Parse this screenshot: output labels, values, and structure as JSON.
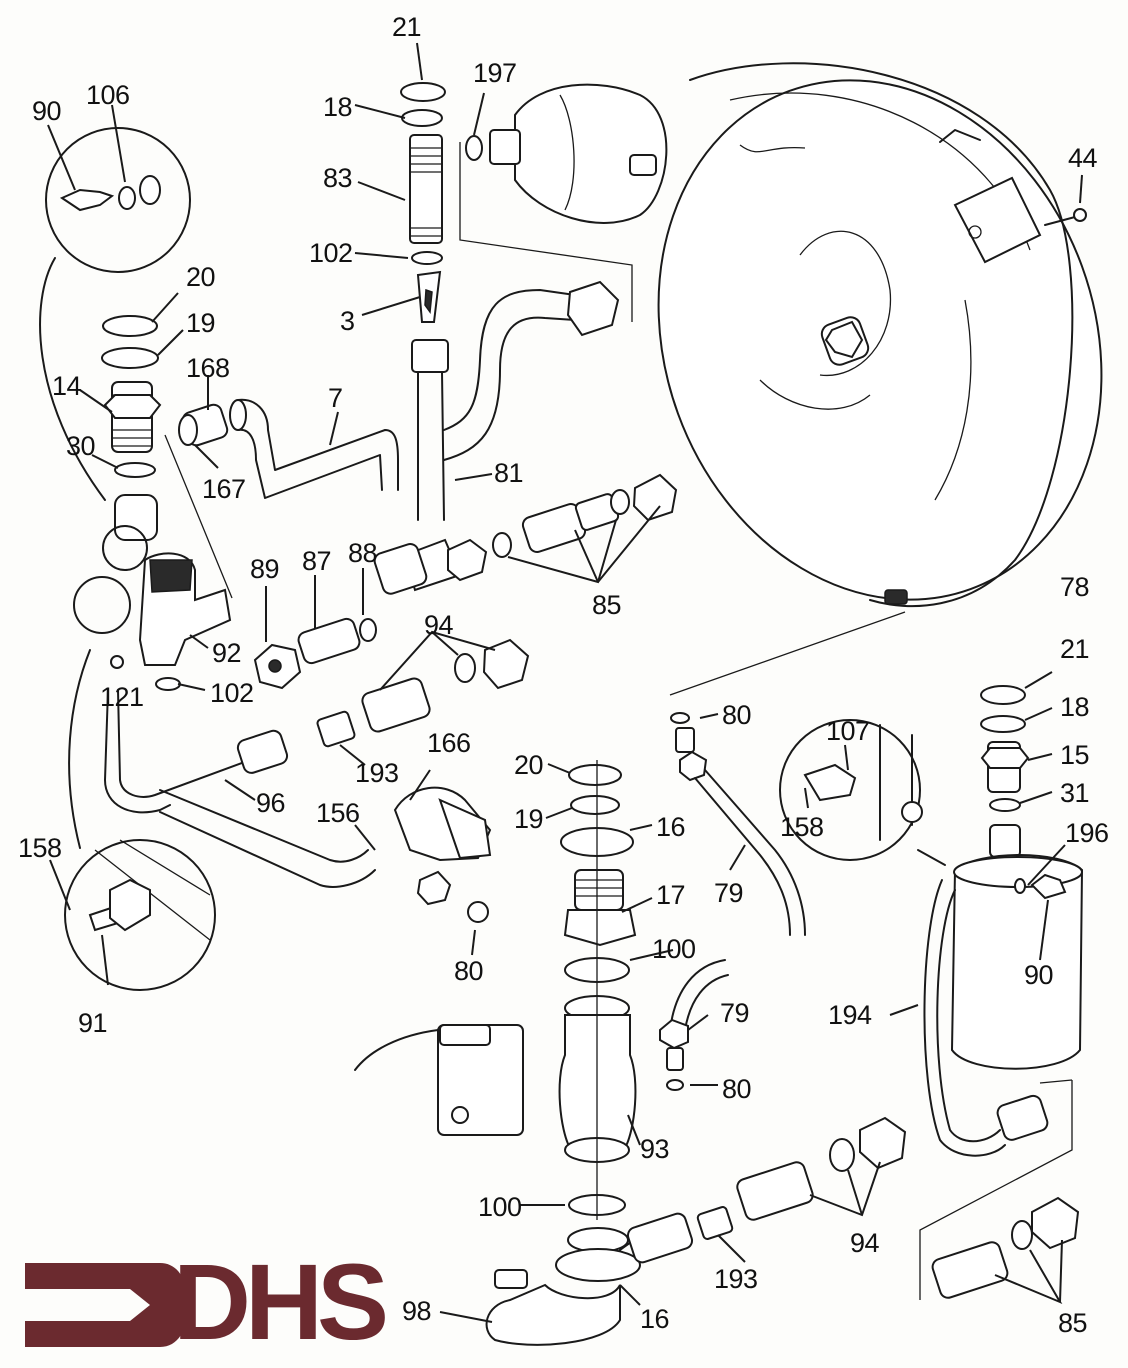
{
  "diagram": {
    "type": "exploded parts diagram",
    "subject": "boiler hydraulic components: expansion vessel, pump, pressure relief valve, pipes and fittings",
    "line_color": "#1a1a1a",
    "background_color": "#fdfdfb"
  },
  "brand": {
    "name": "DHS",
    "color": "#6b2a2f",
    "icon": "arrow-right-icon"
  },
  "callouts": [
    {
      "id": "c21a",
      "label": "21",
      "part": "nut"
    },
    {
      "id": "c197",
      "label": "197",
      "part": "washer"
    },
    {
      "id": "c18a",
      "label": "18",
      "part": "washer"
    },
    {
      "id": "c83",
      "label": "83",
      "part": "connector"
    },
    {
      "id": "c102a",
      "label": "102",
      "part": "washer"
    },
    {
      "id": "c3",
      "label": "3",
      "part": "filter"
    },
    {
      "id": "c44",
      "label": "44",
      "part": "screw"
    },
    {
      "id": "c90a",
      "label": "90",
      "part": "sensor"
    },
    {
      "id": "c106",
      "label": "106",
      "part": "washer"
    },
    {
      "id": "c20a",
      "label": "20",
      "part": "nut"
    },
    {
      "id": "c19a",
      "label": "19",
      "part": "washer"
    },
    {
      "id": "c168",
      "label": "168",
      "part": "connector"
    },
    {
      "id": "c14",
      "label": "14",
      "part": "union"
    },
    {
      "id": "c7",
      "label": "7",
      "part": "pipe"
    },
    {
      "id": "c30",
      "label": "30",
      "part": "washer"
    },
    {
      "id": "c167",
      "label": "167",
      "part": "o-ring"
    },
    {
      "id": "c81",
      "label": "81",
      "part": "pipe"
    },
    {
      "id": "c89",
      "label": "89",
      "part": "cap nut"
    },
    {
      "id": "c87",
      "label": "87",
      "part": "nipple"
    },
    {
      "id": "c88",
      "label": "88",
      "part": "washer"
    },
    {
      "id": "c85a",
      "label": "85",
      "part": "valve kit"
    },
    {
      "id": "c78",
      "label": "78",
      "part": "expansion vessel"
    },
    {
      "id": "c92",
      "label": "92",
      "part": "pressure relief valve"
    },
    {
      "id": "c94a",
      "label": "94",
      "part": "valve kit"
    },
    {
      "id": "c121",
      "label": "121",
      "part": "clip"
    },
    {
      "id": "c102b",
      "label": "102",
      "part": "washer"
    },
    {
      "id": "c21b",
      "label": "21",
      "part": "nut"
    },
    {
      "id": "c80a",
      "label": "80",
      "part": "washer"
    },
    {
      "id": "c18b",
      "label": "18",
      "part": "washer"
    },
    {
      "id": "c107",
      "label": "107",
      "part": "thermostat"
    },
    {
      "id": "c166",
      "label": "166",
      "part": "pressure switch"
    },
    {
      "id": "c193a",
      "label": "193",
      "part": "sleeve"
    },
    {
      "id": "c20b",
      "label": "20",
      "part": "nut"
    },
    {
      "id": "c15",
      "label": "15",
      "part": "union"
    },
    {
      "id": "c96",
      "label": "96",
      "part": "pipe"
    },
    {
      "id": "c156",
      "label": "156",
      "part": "pipe"
    },
    {
      "id": "c19b",
      "label": "19",
      "part": "washer"
    },
    {
      "id": "c16a",
      "label": "16",
      "part": "nut"
    },
    {
      "id": "c31",
      "label": "31",
      "part": "washer"
    },
    {
      "id": "c158a",
      "label": "158",
      "part": "screw"
    },
    {
      "id": "c158b",
      "label": "158",
      "part": "screw"
    },
    {
      "id": "c196",
      "label": "196",
      "part": "o-ring"
    },
    {
      "id": "c17",
      "label": "17",
      "part": "union"
    },
    {
      "id": "c79a",
      "label": "79",
      "part": "pipe"
    },
    {
      "id": "c90b",
      "label": "90",
      "part": "sensor"
    },
    {
      "id": "c100a",
      "label": "100",
      "part": "washer"
    },
    {
      "id": "c80b",
      "label": "80",
      "part": "washer"
    },
    {
      "id": "c91",
      "label": "91",
      "part": "sensor"
    },
    {
      "id": "c79b",
      "label": "79",
      "part": "pipe"
    },
    {
      "id": "c194",
      "label": "194",
      "part": "heat exchanger"
    },
    {
      "id": "c80c",
      "label": "80",
      "part": "washer"
    },
    {
      "id": "c93",
      "label": "93",
      "part": "pump"
    },
    {
      "id": "c100b",
      "label": "100",
      "part": "washer"
    },
    {
      "id": "c94b",
      "label": "94",
      "part": "valve kit"
    },
    {
      "id": "c193b",
      "label": "193",
      "part": "sleeve"
    },
    {
      "id": "c98",
      "label": "98",
      "part": "pump elbow"
    },
    {
      "id": "c16b",
      "label": "16",
      "part": "nut"
    },
    {
      "id": "c85b",
      "label": "85",
      "part": "valve kit"
    }
  ]
}
